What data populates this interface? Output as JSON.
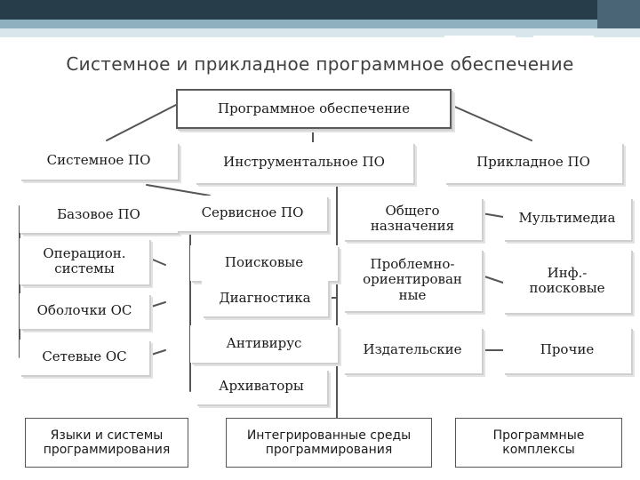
{
  "title": "Системное и прикладное программное обеспечение",
  "root": "Программное обеспечение",
  "categories": {
    "system": "Системное ПО",
    "tool": "Инструментальное ПО",
    "applied": "Прикладное ПО"
  },
  "system_items": [
    "Базовое ПО",
    "Операцион. системы",
    "Оболочки ОС",
    "Сетевые ОС"
  ],
  "tool_items": [
    "Сервисное ПО",
    "Поисковые",
    "Диагностика",
    "Антивирус",
    "Архиваторы"
  ],
  "applied_left": [
    "Общего назначения",
    "Проблемно-ориентирован ные",
    "Издательские"
  ],
  "applied_right": [
    "Мультимедиа",
    "Инф.-поисковые",
    "Прочие"
  ],
  "bottom": {
    "languages": "Языки и системы программирования",
    "ide": "Интегрированные среды программирования",
    "packages": "Программные комплексы"
  }
}
